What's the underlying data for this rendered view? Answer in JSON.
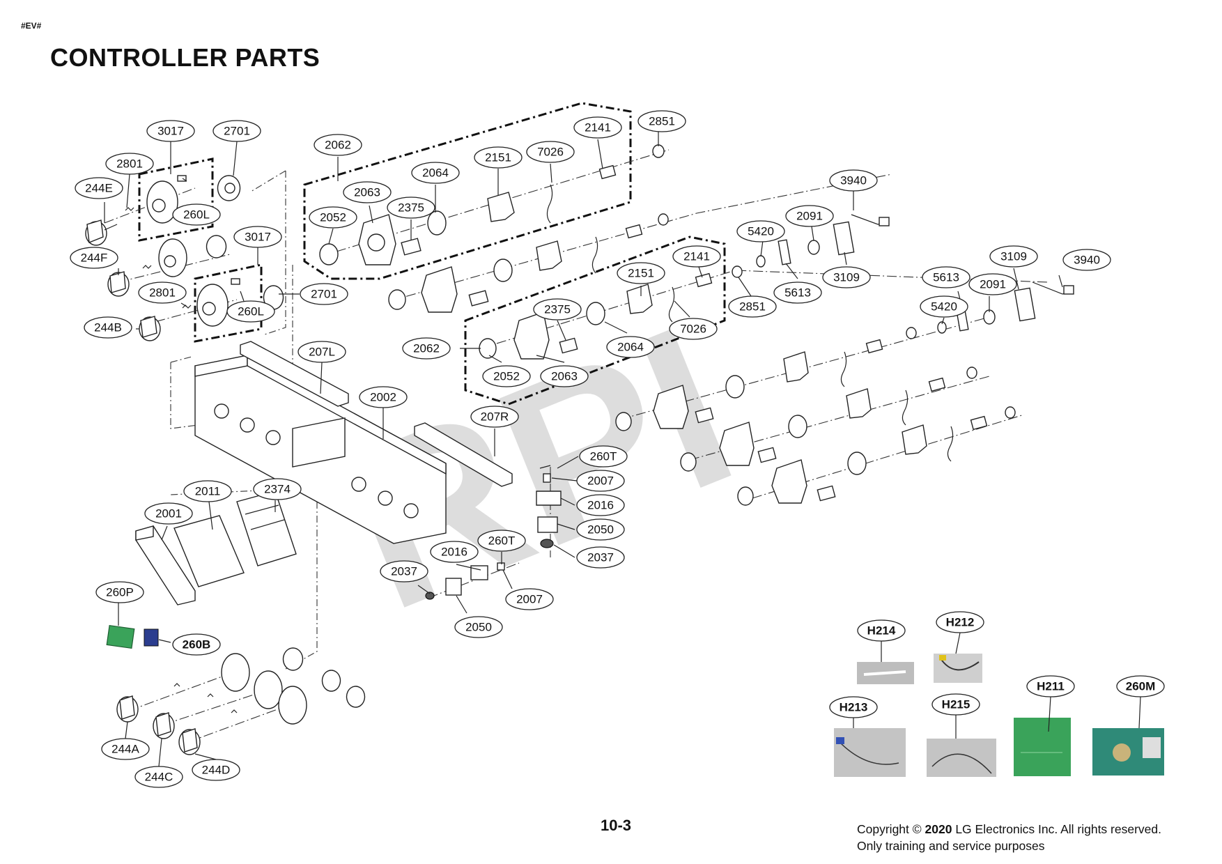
{
  "header": {
    "doc_code": "#EV#",
    "title": "CONTROLLER PARTS"
  },
  "watermark": "RPI",
  "labels": {
    "l3017a": "3017",
    "l2701a": "2701",
    "l2801a": "2801",
    "l244E": "244E",
    "l260La": "260L",
    "l244F": "244F",
    "l3017b": "3017",
    "l2801b": "2801",
    "l260Lb": "260L",
    "l2701b": "2701",
    "l244B": "244B",
    "l2062a": "2062",
    "l2063a": "2063",
    "l2052a": "2052",
    "l2375a": "2375",
    "l2064a": "2064",
    "l2151a": "2151",
    "l7026a": "7026",
    "l2141a": "2141",
    "l2851a": "2851",
    "l3940a": "3940",
    "l2091a": "2091",
    "l5420a": "5420",
    "l3109a": "3109",
    "l5613a": "5613",
    "l2141b": "2141",
    "l2151b": "2151",
    "l2851b": "2851",
    "l2375b": "2375",
    "l7026b": "7026",
    "l2064b": "2064",
    "l2062b": "2062",
    "l2052b": "2052",
    "l2063b": "2063",
    "l3109b": "3109",
    "l3940b": "3940",
    "l5613b": "5613",
    "l2091b": "2091",
    "l5420b": "5420",
    "l207L": "207L",
    "l2002": "2002",
    "l207R": "207R",
    "l260Ta": "260T",
    "l2007a": "2007",
    "l2016a": "2016",
    "l2050a": "2050",
    "l2037a": "2037",
    "l2016b": "2016",
    "l260Tb": "260T",
    "l2037b": "2037",
    "l2007b": "2007",
    "l2050b": "2050",
    "l2011": "2011",
    "l2374": "2374",
    "l2001": "2001",
    "l260P": "260P",
    "l260B": "260B",
    "l244A": "244A",
    "l244C": "244C",
    "l244D": "244D",
    "lH214": "H214",
    "lH212": "H212",
    "lH213": "H213",
    "lH215": "H215",
    "lH211": "H211",
    "l260M": "260M"
  },
  "footer": {
    "page_number": "10-3",
    "copyright_prefix": "Copyright © ",
    "copyright_year": "2020",
    "copyright_suffix": " LG Electronics Inc. All rights reserved.",
    "notice": "Only training and service purposes"
  },
  "colors": {
    "pcb_green": "#3aa35a",
    "harness_bg": "#bdbdbd",
    "ink": "#111111"
  }
}
